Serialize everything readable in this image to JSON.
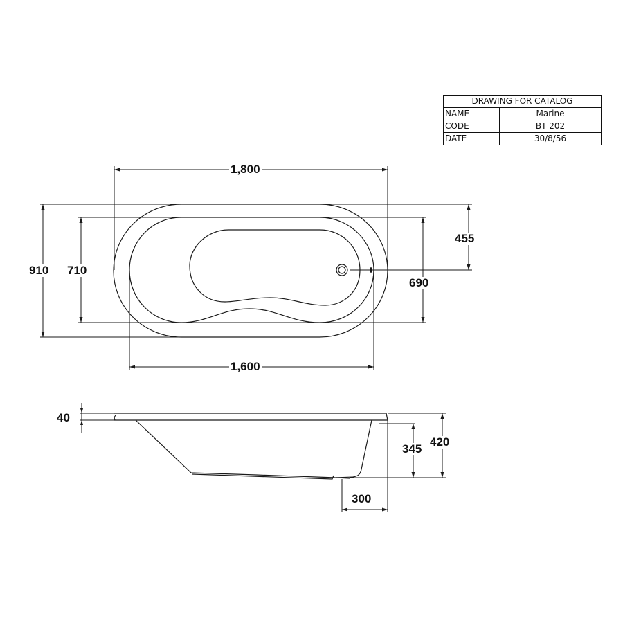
{
  "title_block": {
    "heading": "DRAWING FOR CATALOG",
    "rows": [
      {
        "key": "NAME",
        "value": "Marine"
      },
      {
        "key": "CODE",
        "value": "BT 202"
      },
      {
        "key": "DATE",
        "value": "30/8/56"
      }
    ]
  },
  "top_view": {
    "overall_length": "1,800",
    "inner_length": "1,600",
    "overall_width": "910",
    "inner_width_left": "710",
    "inner_width_right": "690",
    "drain_offset": "455",
    "drain": "drain-outlet"
  },
  "side_view": {
    "rim_thickness": "40",
    "overall_height": "420",
    "basin_depth": "345",
    "drain_setback": "300"
  },
  "colors": {
    "line": "#1a1a1a",
    "background": "#ffffff"
  }
}
